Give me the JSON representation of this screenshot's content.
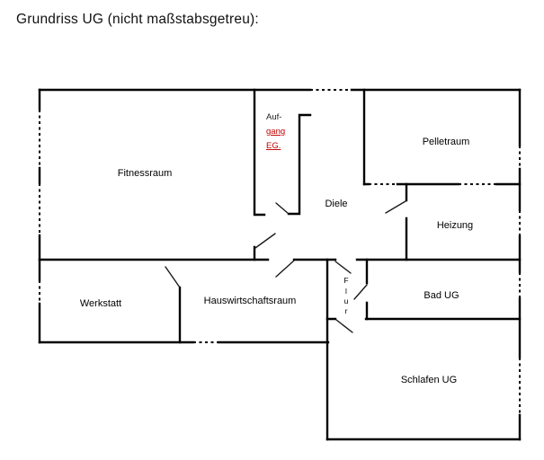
{
  "title": "Grundriss UG (nicht maßstabsgetreu):",
  "colors": {
    "wall": "#000000",
    "label": "#000000",
    "annotation_red": "#c00000"
  },
  "rooms": {
    "fitnessraum": {
      "label": "Fitnessraum"
    },
    "aufgang": {
      "line1": "Auf-",
      "line2": "gang",
      "line3": "EG."
    },
    "pelletraum": {
      "label": "Pelletraum"
    },
    "diele": {
      "label": "Diele"
    },
    "heizung": {
      "label": "Heizung"
    },
    "werkstatt": {
      "label": "Werkstatt"
    },
    "hauswirtschaftsraum": {
      "label": "Hauswirtschaftsraum"
    },
    "flur": {
      "letters": [
        "F",
        "l",
        "u",
        "r"
      ]
    },
    "bad_ug": {
      "label": "Bad UG"
    },
    "schlafen_ug": {
      "label": "Schlafen UG"
    }
  }
}
